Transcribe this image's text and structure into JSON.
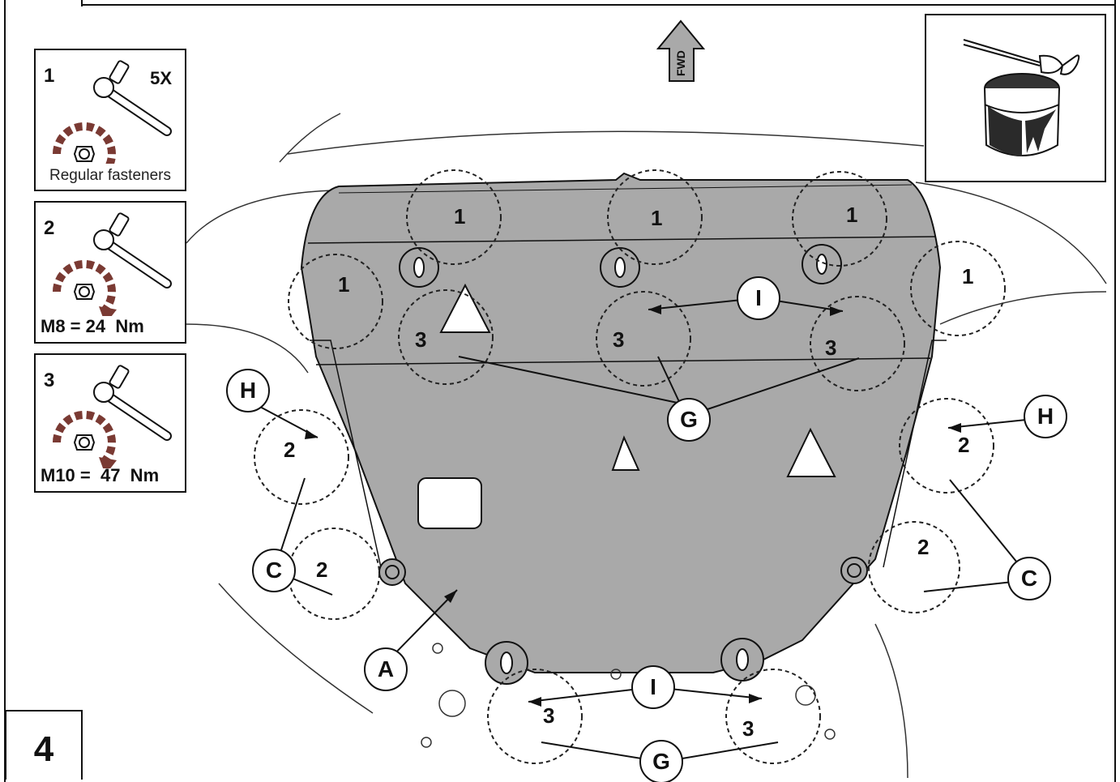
{
  "step": {
    "number": "4"
  },
  "forward_label": "FWD",
  "legend": [
    {
      "number": "1",
      "multiplier": "5X",
      "caption": "Regular fasteners",
      "icon": "ratchet-wrench-icon"
    },
    {
      "number": "2",
      "torque": "M8 = 24  Nm",
      "icon": "ratchet-wrench-icon"
    },
    {
      "number": "3",
      "torque": "M10 =  47  Nm",
      "icon": "ratchet-wrench-icon"
    }
  ],
  "paint_icon": "paint-brush-can-icon",
  "callouts": {
    "A": "A",
    "C": "C",
    "G": "G",
    "H": "H",
    "I": "I"
  },
  "fastener_numbers": {
    "one": "1",
    "two": "2",
    "three": "3"
  },
  "colors": {
    "plate": "#a9a9a9",
    "torque_arrow": "#7a3a33",
    "line": "#111111"
  }
}
